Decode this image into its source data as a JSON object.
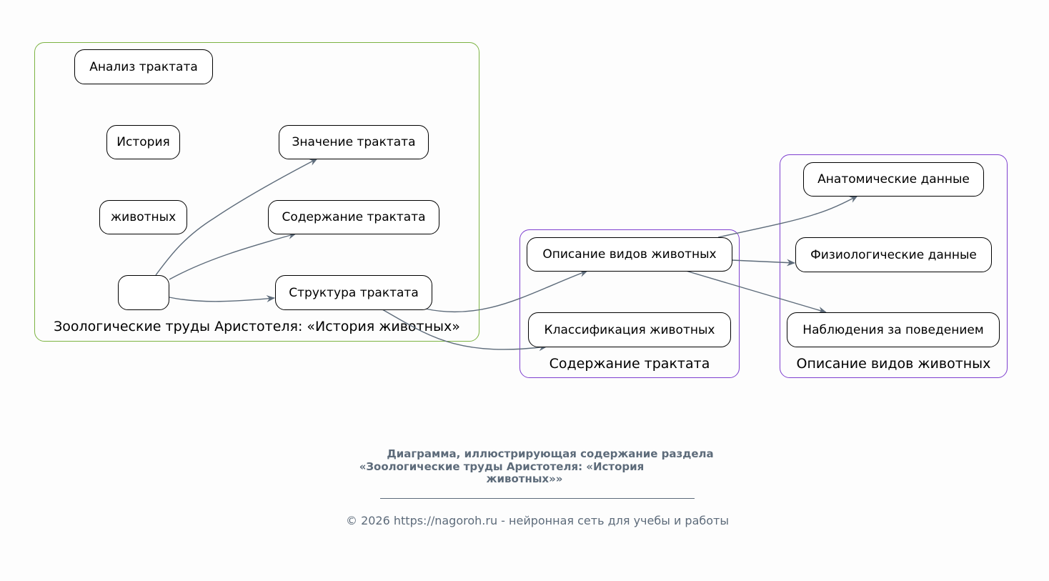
{
  "clusters": {
    "main": "Зоологические труды Аристотеля: «История животных»",
    "content": "Содержание трактата",
    "species": "Описание видов животных"
  },
  "nodes": {
    "analysis": "Анализ трактата",
    "history": "История",
    "animals": "животных",
    "empty": "",
    "significance": "Значение трактата",
    "content": "Содержание трактата",
    "structure": "Структура трактата",
    "species_desc": "Описание видов животных",
    "classification": "Классификация животных",
    "anatomy": "Анатомические данные",
    "physiology": "Физиологические данные",
    "behavior": "Наблюдения за поведением"
  },
  "caption": {
    "line1": "Диаграмма, иллюстрирующая содержание раздела",
    "line2": "«Зоологические труды Аристотеля: «История",
    "line3": "животных»»",
    "footer": "© 2026 https://nagoroh.ru - нейронная сеть для учебы и работы"
  },
  "colors": {
    "cluster_main": "#7cb342",
    "cluster_sub": "#7e3fcf",
    "edge": "#5d6b7a"
  }
}
